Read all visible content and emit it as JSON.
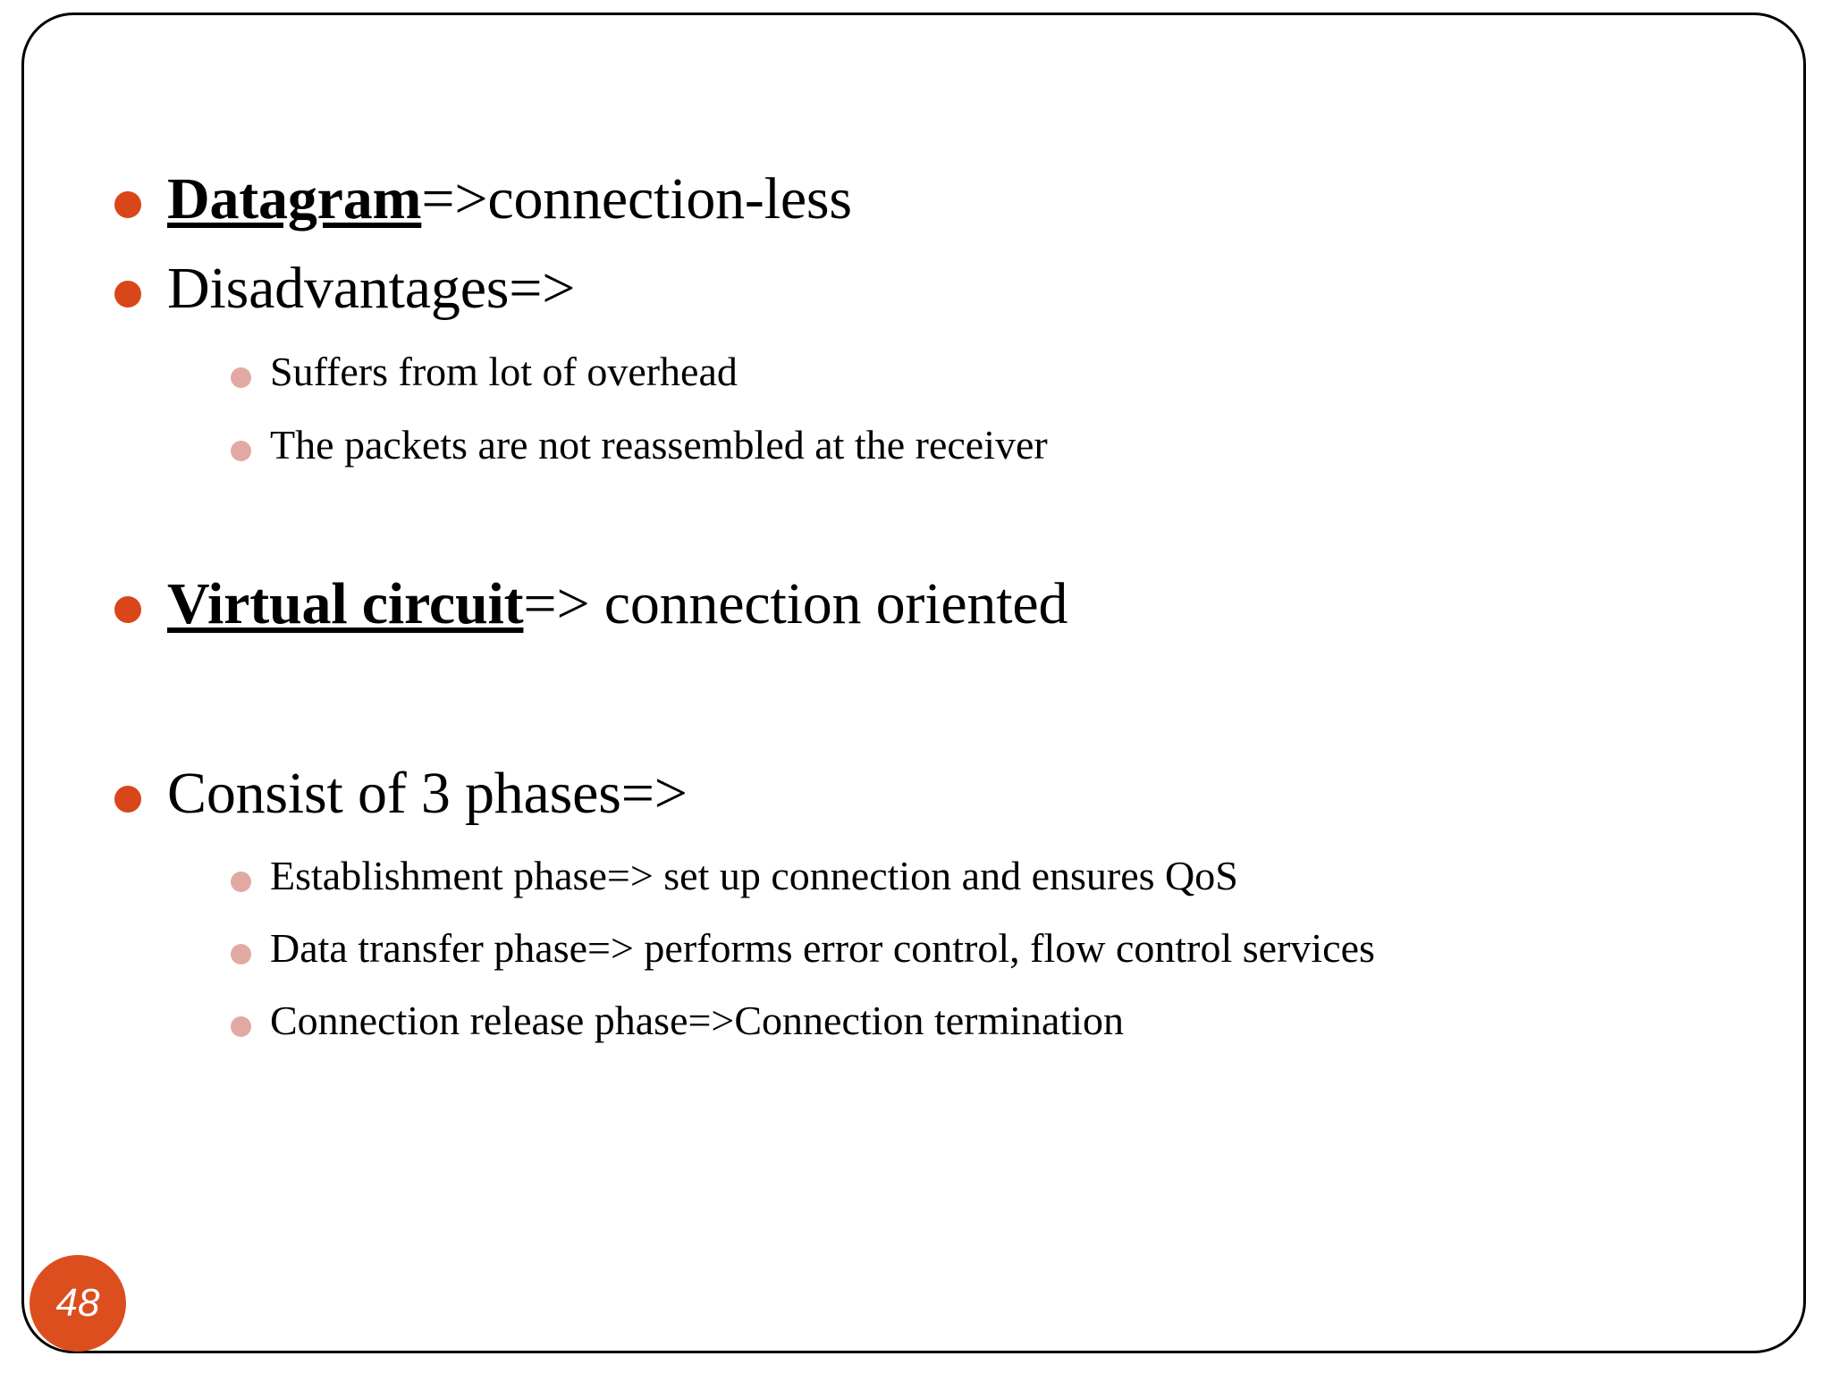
{
  "slide": {
    "page_number": "48",
    "accent_color": "#D9461A",
    "badge_color": "#DC4E1E",
    "sub_bullet_color": "#E2A9A2",
    "border_color": "#000000",
    "background": "#ffffff"
  },
  "bullets": [
    {
      "level": 1,
      "emphasis": "Datagram",
      "rest": "=>connection-less"
    },
    {
      "level": 1,
      "emphasis": "",
      "rest": "Disadvantages=>"
    },
    {
      "level": 2,
      "emphasis": "",
      "rest": "Suffers from lot of overhead"
    },
    {
      "level": 2,
      "emphasis": "",
      "rest": "The packets are not reassembled at the receiver"
    },
    {
      "level": 1,
      "emphasis": "Virtual circuit",
      "rest": "=> connection oriented"
    },
    {
      "level": 1,
      "emphasis": "",
      "rest": "Consist of 3 phases=>"
    },
    {
      "level": 2,
      "emphasis": "",
      "rest": "Establishment phase=> set up connection and ensures QoS"
    },
    {
      "level": 2,
      "emphasis": "",
      "rest": "Data transfer phase=> performs error control, flow control services"
    },
    {
      "level": 2,
      "emphasis": "",
      "rest": "Connection release phase=>Connection termination"
    }
  ]
}
